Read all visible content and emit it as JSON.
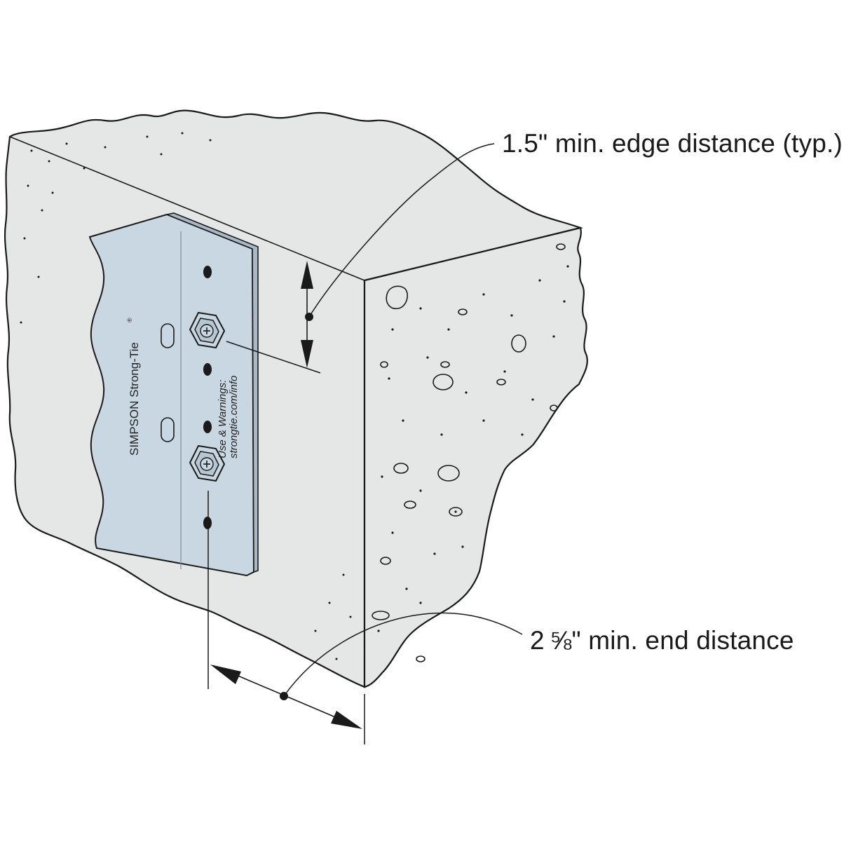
{
  "callouts": {
    "edge_distance": "1.5\" min. edge distance (typ.)",
    "end_distance": "2 ⅝\" min. end distance"
  },
  "bracket": {
    "brand": "SIMPSON Strong-Tie",
    "registered_mark": "®",
    "info_line1": "Use & Warnings:",
    "info_line2": "strongtie.com/info"
  },
  "colors": {
    "bracket_fill": "#c9d7e3",
    "line": "#1a1a1a",
    "background": "#ffffff"
  }
}
